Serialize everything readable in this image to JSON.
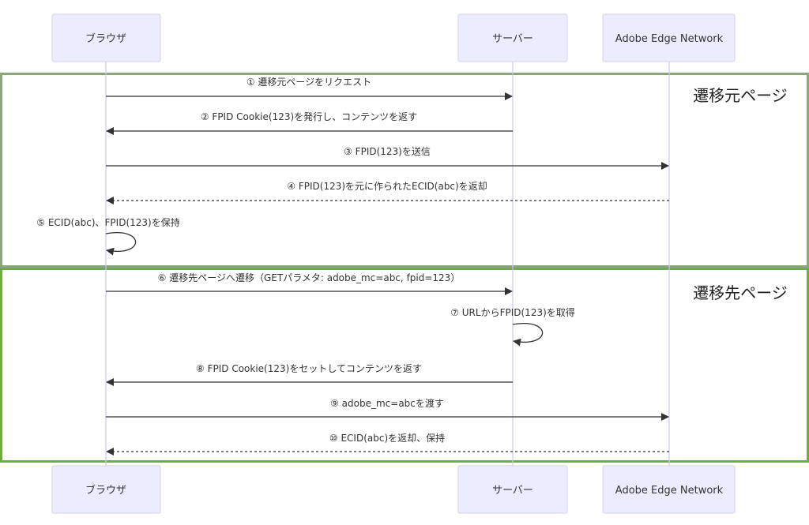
{
  "participants": [
    {
      "id": "browser",
      "label": "ブラウザ"
    },
    {
      "id": "server",
      "label": "サーバー"
    },
    {
      "id": "edge",
      "label": "Adobe Edge Network"
    }
  ],
  "sections": [
    {
      "label": "遷移元ページ",
      "border_color": "#8ea57c"
    },
    {
      "label": "遷移先ページ",
      "border_color": "#6fae3c"
    }
  ],
  "messages": [
    {
      "from": "browser",
      "to": "server",
      "style": "solid",
      "text": "① 遷移元ページをリクエスト"
    },
    {
      "from": "server",
      "to": "browser",
      "style": "solid",
      "text": "② FPID Cookie(123)を発行し、コンテンツを返す"
    },
    {
      "from": "browser",
      "to": "edge",
      "style": "solid",
      "text": "③ FPID(123)を送信"
    },
    {
      "from": "edge",
      "to": "browser",
      "style": "dashed",
      "text": "④ FPID(123)を元に作られたECID(abc)を返却"
    },
    {
      "from": "browser",
      "to": "browser",
      "style": "solid",
      "text": "⑤ ECID(abc)、FPID(123)を保持"
    },
    {
      "from": "browser",
      "to": "server",
      "style": "solid",
      "text": "⑥ 遷移先ページへ遷移（GETパラメタ: adobe_mc=abc, fpid=123）"
    },
    {
      "from": "server",
      "to": "server",
      "style": "solid",
      "text": "⑦ URLからFPID(123)を取得"
    },
    {
      "from": "server",
      "to": "browser",
      "style": "solid",
      "text": "⑧ FPID Cookie(123)をセットしてコンテンツを返す"
    },
    {
      "from": "browser",
      "to": "edge",
      "style": "solid",
      "text": "⑨ adobe_mc=abcを渡す"
    },
    {
      "from": "edge",
      "to": "browser",
      "style": "dashed",
      "text": "⑩ ECID(abc)を返却、保持"
    }
  ]
}
